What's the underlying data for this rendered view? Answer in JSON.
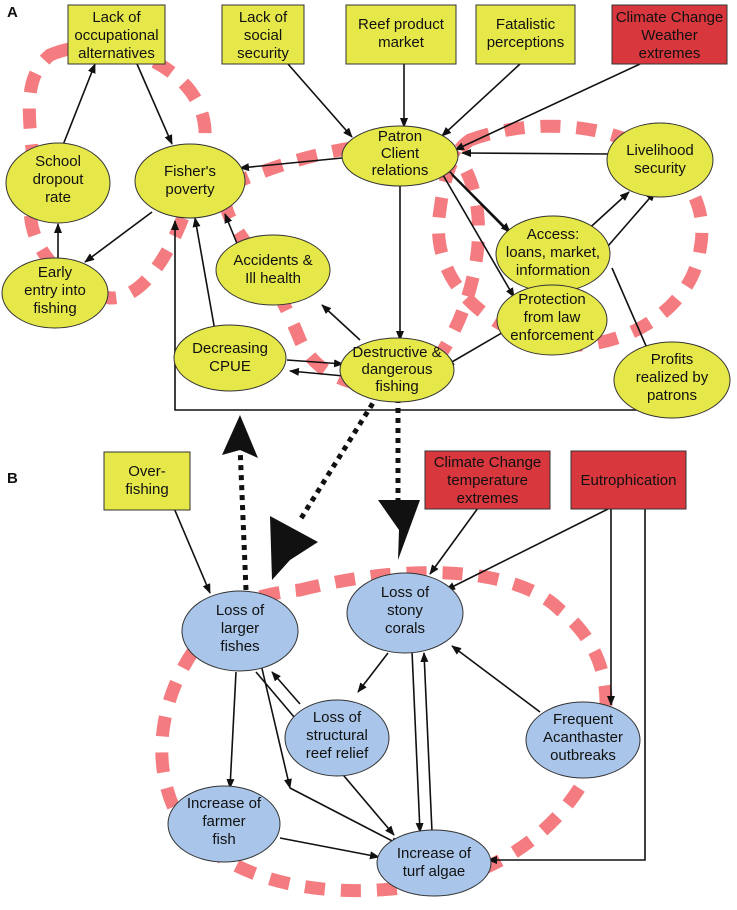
{
  "panels": {
    "a_label": "A",
    "b_label": "B"
  },
  "colors": {
    "yellow_fill": "#E6E84A",
    "blue_fill": "#A9C6EA",
    "red_fill": "#D8373D",
    "dash_ring": "#F47C80",
    "arrow": "#111111"
  },
  "nodes": {
    "lack_occupational": [
      "Lack of",
      "occupational",
      "alternatives"
    ],
    "lack_social": [
      "Lack of",
      "social",
      "security"
    ],
    "reef_market": [
      "Reef product",
      "market"
    ],
    "fatalistic": [
      "Fatalistic",
      "perceptions"
    ],
    "cc_weather": [
      "Climate Change",
      "Weather",
      "extremes"
    ],
    "school_dropout": [
      "School",
      "dropout",
      "rate"
    ],
    "fishers_poverty": [
      "Fisher's",
      "poverty"
    ],
    "patron_client": [
      "Patron",
      "Client",
      "relations"
    ],
    "livelihood": [
      "Livelihood",
      "security"
    ],
    "access": [
      "Access:",
      "loans, market,",
      "information"
    ],
    "early_entry": [
      "Early",
      "entry into",
      "fishing"
    ],
    "accidents": [
      "Accidents &",
      "Ill health"
    ],
    "protection": [
      "Protection",
      "from law",
      "enforcement"
    ],
    "decreasing_cpue": [
      "Decreasing",
      "CPUE"
    ],
    "destructive": [
      "Destructive &",
      "dangerous",
      "fishing"
    ],
    "profits": [
      "Profits",
      "realized by",
      "patrons"
    ],
    "overfishing": [
      "Over-",
      "fishing"
    ],
    "cc_temperature": [
      "Climate Change",
      "temperature",
      "extremes"
    ],
    "eutrophication": [
      "Eutrophication"
    ],
    "loss_larger_fishes": [
      "Loss of",
      "larger",
      "fishes"
    ],
    "loss_stony_corals": [
      "Loss of",
      "stony",
      "corals"
    ],
    "loss_structural": [
      "Loss of",
      "structural",
      "reef relief"
    ],
    "acanthaster": [
      "Frequent",
      "Acanthaster",
      "outbreaks"
    ],
    "farmer_fish": [
      "Increase of",
      "farmer",
      "fish"
    ],
    "turf_algae": [
      "Increase of",
      "turf algae"
    ]
  }
}
